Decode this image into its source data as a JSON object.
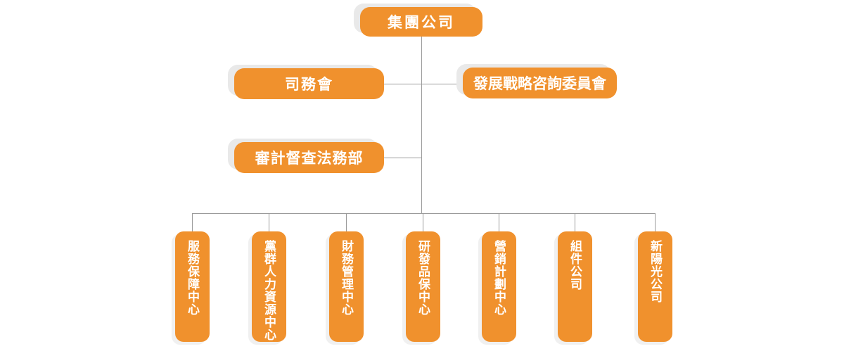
{
  "org": {
    "root": {
      "label": "集團公司"
    },
    "level2": [
      {
        "label": "司務會"
      },
      {
        "label": "發展戰略咨詢委員會"
      }
    ],
    "level3": [
      {
        "label": "審計督查法務部"
      }
    ],
    "departments": [
      {
        "label": "服務保障中心"
      },
      {
        "label": "黨群人力資源中心"
      },
      {
        "label": "財務管理中心"
      },
      {
        "label": "研發品保中心"
      },
      {
        "label": "營銷計劃中心"
      },
      {
        "label": "組件公司"
      },
      {
        "label": "新陽光公司"
      }
    ],
    "colors": {
      "node_fill": "#F0912D",
      "node_text": "#FFFFFF",
      "node_shadow": "#E9E9E9",
      "connector_line": "#9B9B9B",
      "background": "#FFFFFF"
    }
  }
}
